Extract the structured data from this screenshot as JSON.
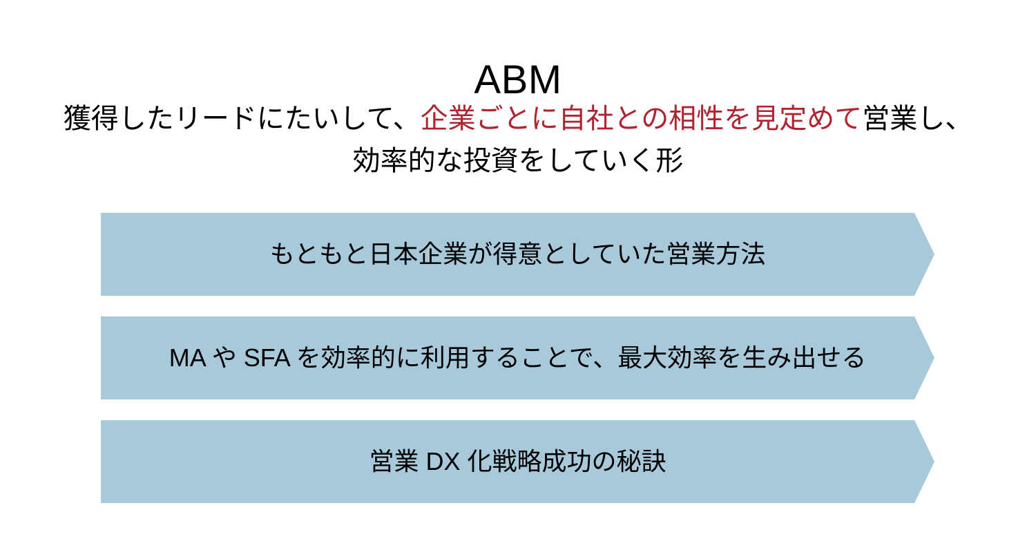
{
  "slide": {
    "title": "ABM",
    "background_color": "#FFFFFF",
    "subtitle": {
      "line1_part1": "獲得したリードにたいして、",
      "line1_highlight": "企業ごとに自社との相性を見定めて",
      "line1_part3": "営業し、",
      "line2": "効率的な投資をしていく形",
      "highlight_color": "#AF2430",
      "text_color": "#000000"
    },
    "banners": {
      "fill_color": "#A8C9DA",
      "text_color": "#000000",
      "items": [
        {
          "label": "もともと日本企業が得意としていた営業方法"
        },
        {
          "label": "MA や SFA を効率的に利用することで、最大効率を生み出せる"
        },
        {
          "label": "営業 DX 化戦略成功の秘訣"
        }
      ]
    }
  }
}
